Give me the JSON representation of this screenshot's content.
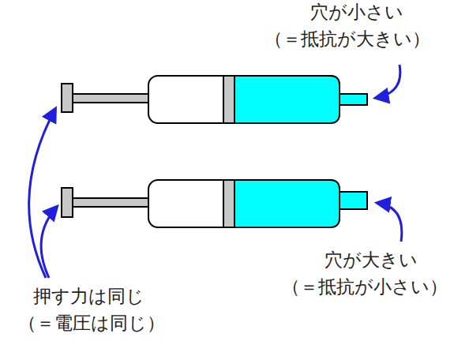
{
  "diagram": {
    "labels": [
      "穴が小さい",
      "（＝抵抗が大きい）",
      "穴が大きい",
      "（＝抵抗が小さい）",
      "押す力は同じ",
      "（＝電圧は同じ）"
    ]
  }
}
